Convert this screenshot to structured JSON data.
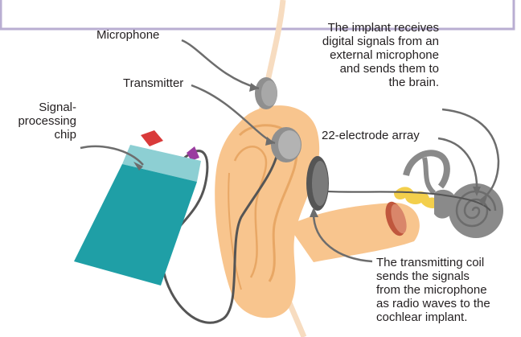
{
  "labels": {
    "microphone": "Microphone",
    "transmitter": "Transmitter",
    "signal_chip": [
      "Signal-",
      "processing",
      "chip"
    ],
    "implant_desc": [
      "The implant receives",
      "digital signals from an",
      "external microphone",
      "and sends them to",
      "the brain."
    ],
    "electrode": "22-electrode array",
    "coil_desc": [
      "The transmitting coil",
      "sends the signals",
      "from the microphone",
      "as radio waves to the",
      "cochlear implant."
    ]
  },
  "colors": {
    "frame": "#b9aed2",
    "ear": "#f8c58e",
    "ear_shadow": "#e8a765",
    "device": "#1f9fa6",
    "device_top": "#8dcfd3",
    "red_button": "#d93a3a",
    "purple_button": "#9a3ca0",
    "grey_disc": "#8f8f8f",
    "cochlea": "#8a8a8a",
    "leader": "#6d6d6d",
    "wire": "#555555",
    "ossicles": "#f3cf4c",
    "eardrum": "#c0573d"
  }
}
